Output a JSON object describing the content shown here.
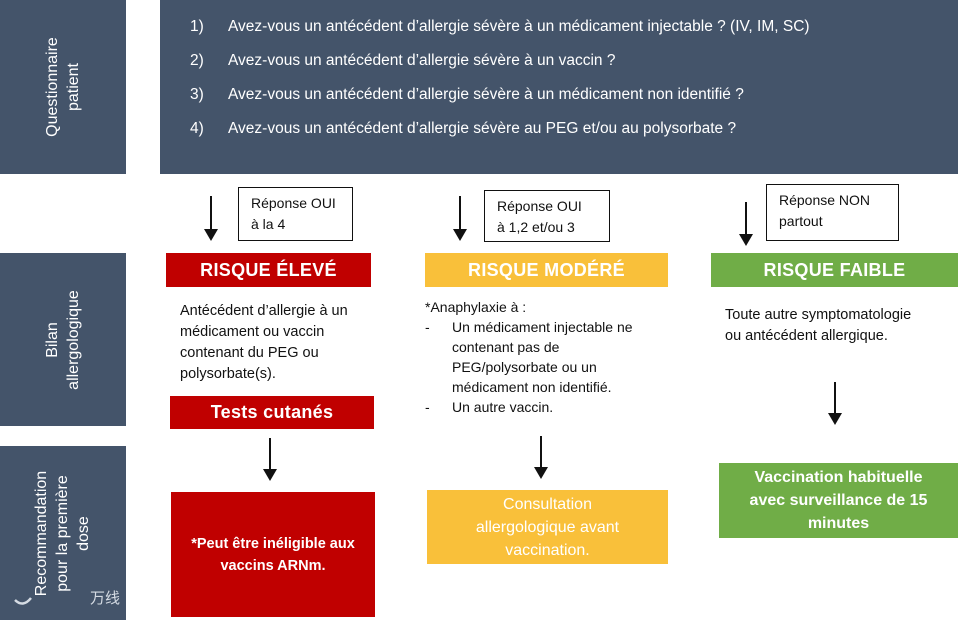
{
  "sidebar": {
    "questionnaire": [
      "Questionnaire",
      "patient"
    ],
    "bilan": [
      "Bilan",
      "allergologique"
    ],
    "recommandation": [
      "Recommandation",
      "pour la première",
      "dose"
    ]
  },
  "questions": [
    {
      "num": "1)",
      "text": "Avez-vous un antécédent d’allergie sévère à un médicament injectable ? (IV, IM, SC)"
    },
    {
      "num": "2)",
      "text": "Avez-vous un antécédent d’allergie sévère à un vaccin ?"
    },
    {
      "num": "3)",
      "text": "Avez-vous un antécédent d’allergie sévère à un médicament non identifié ?"
    },
    {
      "num": "4)",
      "text": "Avez-vous un antécédent d’allergie sévère au PEG et/ou au polysorbate ?"
    }
  ],
  "responses": {
    "high": [
      "Réponse OUI",
      "à la 4"
    ],
    "moderate": [
      "Réponse OUI",
      "à 1,2 et/ou 3"
    ],
    "low": [
      "Réponse NON",
      "partout"
    ]
  },
  "risks": {
    "high": "RISQUE ÉLEVÉ",
    "moderate": "RISQUE MODÉRÉ",
    "low": "RISQUE FAIBLE"
  },
  "descriptions": {
    "high": [
      "Antécédent d’allergie à un",
      "médicament ou vaccin",
      "contenant du PEG ou",
      "polysorbate(s)."
    ],
    "moderate": {
      "intro": "*Anaphylaxie à :",
      "items": [
        {
          "dash": "-",
          "lines": [
            "Un médicament injectable ne",
            "contenant pas de",
            "PEG/polysorbate ou un",
            "médicament non identifié."
          ]
        },
        {
          "dash": "-",
          "lines": [
            "Un autre vaccin."
          ]
        }
      ]
    },
    "low": [
      "Toute autre symptomatologie",
      "ou antécédent allergique."
    ]
  },
  "tests": "Tests cutanés",
  "recommendations": {
    "high": [
      "*Peut être inéligible aux",
      "vaccins ARNm."
    ],
    "moderate": [
      "Consultation",
      "allergologique avant",
      "vaccination."
    ],
    "low": [
      "Vaccination habituelle",
      "avec surveillance de 15",
      "minutes"
    ]
  },
  "watermark": "万线",
  "colors": {
    "sidebar": "#44546a",
    "high": "#c00000",
    "moderate": "#f9c03a",
    "low": "#70ad47"
  }
}
